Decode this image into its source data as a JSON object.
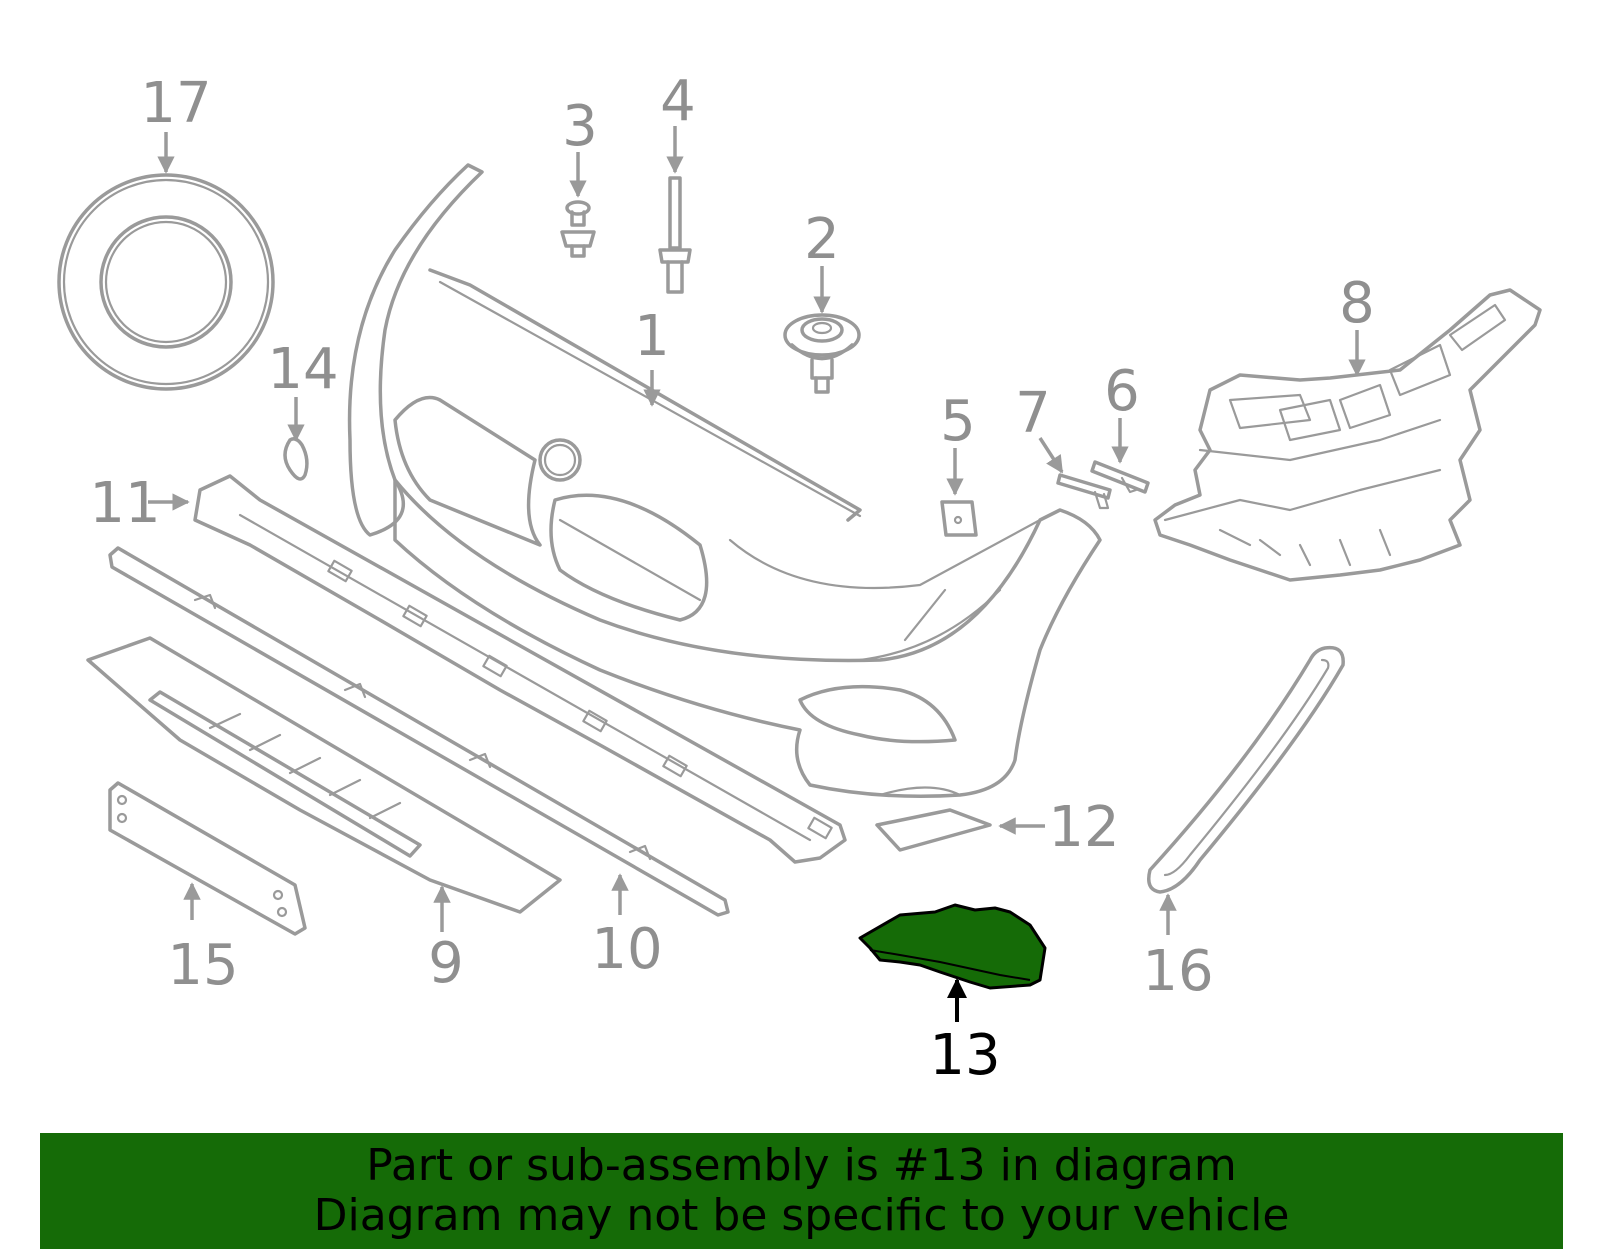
{
  "diagram": {
    "highlight_color": "#156b07",
    "outline_color": "#9a9a9a",
    "highlighted_part": "13",
    "callouts": [
      "1",
      "2",
      "3",
      "4",
      "5",
      "6",
      "7",
      "8",
      "9",
      "10",
      "11",
      "12",
      "13",
      "14",
      "15",
      "16",
      "17"
    ]
  },
  "banner": {
    "line1": "Part or sub-assembly is #13 in diagram",
    "line2": "Diagram may not be specific to your vehicle",
    "background": "#156b07"
  }
}
